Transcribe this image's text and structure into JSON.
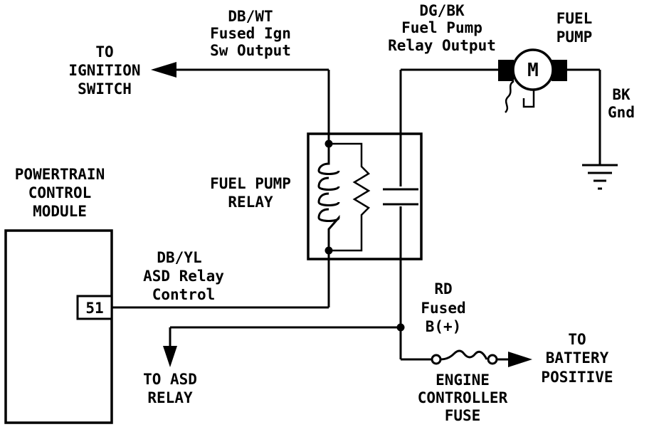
{
  "labels": {
    "ign_wire": [
      "DB/WT",
      "Fused Ign",
      "Sw Output"
    ],
    "to_ign": [
      "TO",
      "IGNITION",
      "SWITCH"
    ],
    "pump_relay_out": [
      "DG/BK",
      "Fuel Pump",
      "Relay Output"
    ],
    "fuel_pump": [
      "FUEL",
      "PUMP"
    ],
    "ground": [
      "BK",
      "Gnd"
    ],
    "pcm": [
      "POWERTRAIN",
      "CONTROL",
      "MODULE"
    ],
    "relay": [
      "FUEL PUMP",
      "RELAY"
    ],
    "asd_control": [
      "DB/YL",
      "ASD Relay",
      "Control"
    ],
    "pin": "51",
    "motor": "M",
    "fused_b": [
      "RD",
      "Fused",
      "B(+)"
    ],
    "to_battery": [
      "TO",
      "BATTERY",
      "POSITIVE"
    ],
    "to_asd": [
      "TO ASD",
      "RELAY"
    ],
    "fuse": [
      "ENGINE",
      "CONTROLLER",
      "FUSE"
    ]
  },
  "colors": {
    "ink": "#000000",
    "background": "#ffffff"
  }
}
